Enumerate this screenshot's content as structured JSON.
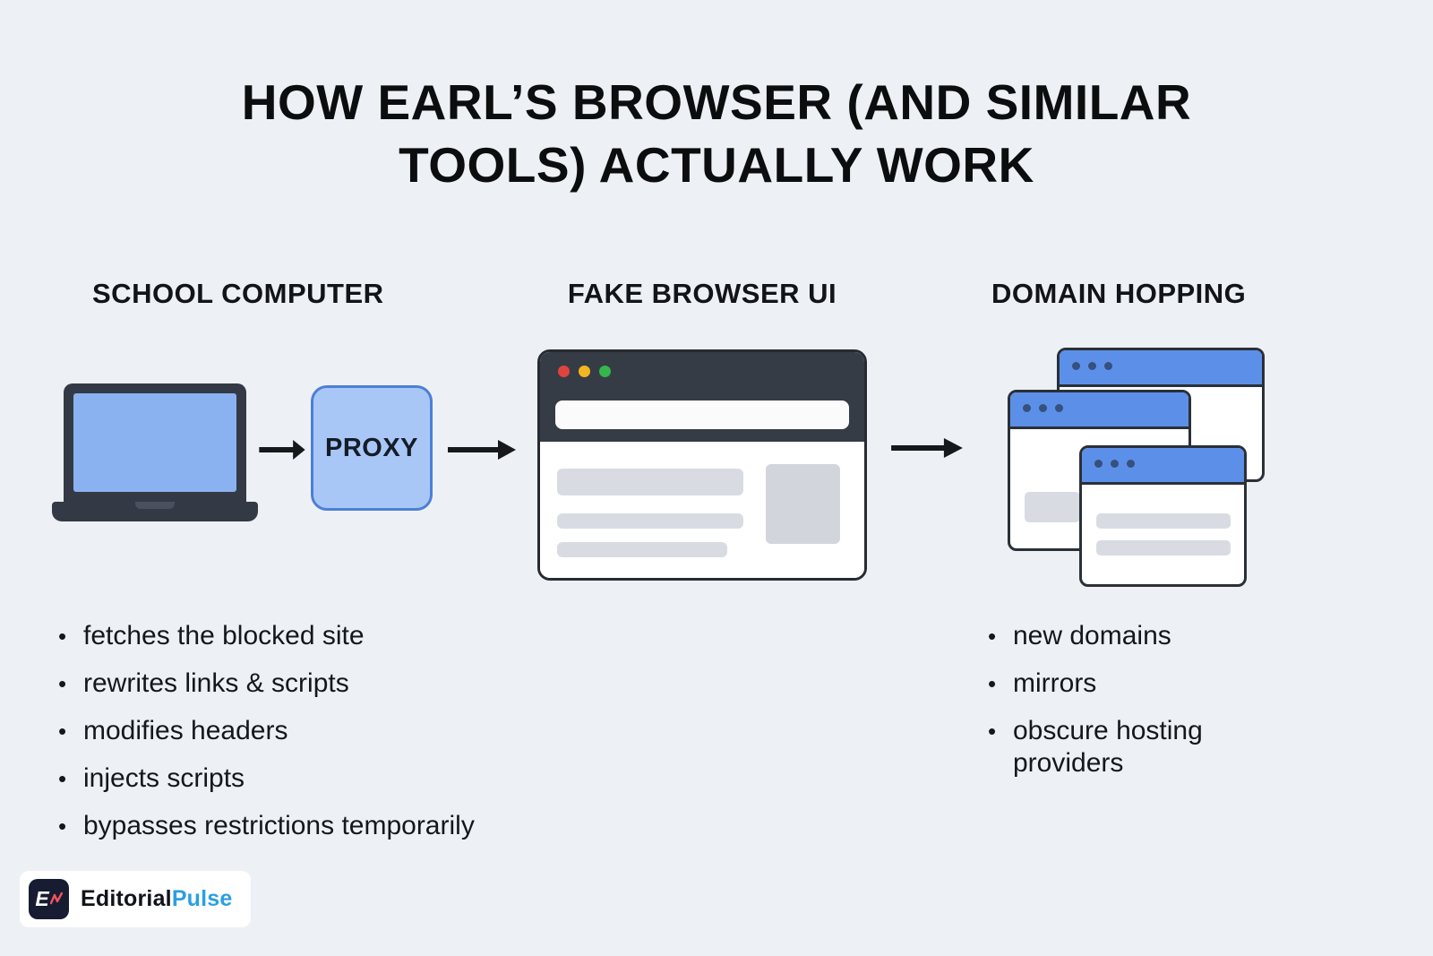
{
  "title": {
    "lines": [
      "HOW EARL’S BROWSER (AND SIMILAR",
      "TOOLS) ACTUALLY WORK"
    ]
  },
  "sections": {
    "school_computer": {
      "heading": "SCHOOL COMPUTER",
      "bullets": [
        "fetches the blocked site",
        "rewrites links & scripts",
        "modifies headers",
        "injects scripts",
        "bypasses restrictions temporarily"
      ]
    },
    "fake_browser": {
      "heading": "FAKE BROWSER UI"
    },
    "domain_hopping": {
      "heading": "DOMAIN HOPPING",
      "bullets": [
        "new domains",
        "mirrors",
        "obscure hosting providers"
      ]
    }
  },
  "proxy": {
    "label": "PROXY"
  },
  "logo": {
    "icon_letter": "E",
    "brand_primary": "Editorial",
    "brand_accent": "Pulse"
  },
  "colors": {
    "background": "#edf0f4",
    "dark_frame": "#2a3038",
    "screen_blue": "#8ab2f0",
    "proxy_fill": "#a9c7f6",
    "proxy_border": "#4d7fd6",
    "card_header_blue": "#5c8fe8",
    "placeholder_gray": "#d8dce2",
    "traffic_red": "#e0443e",
    "traffic_yellow": "#f3b61f",
    "traffic_green": "#35b54a",
    "brand_blue": "#2b9fe3"
  }
}
